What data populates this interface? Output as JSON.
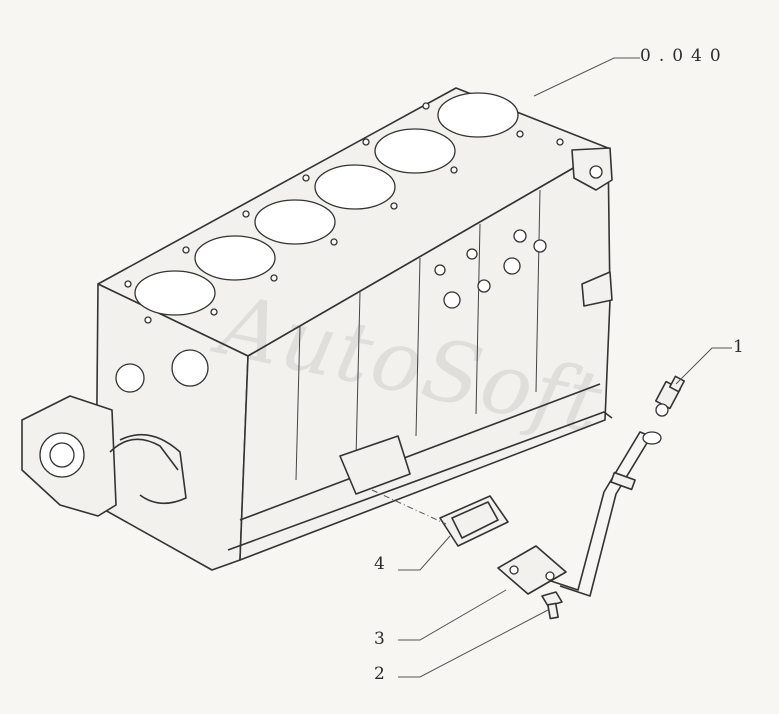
{
  "callouts": {
    "ref": "0.040",
    "item1": "1",
    "item2": "2",
    "item3": "3",
    "item4": "4"
  },
  "watermark": "AutoSoft",
  "parts": [
    {
      "id": 1,
      "icon": "oil-pressure-sensor-icon"
    },
    {
      "id": 2,
      "icon": "bolt-icon"
    },
    {
      "id": 3,
      "icon": "oil-suction-pipe-icon"
    },
    {
      "id": 4,
      "icon": "gasket-icon"
    }
  ],
  "colors": {
    "line": "#333333",
    "background": "#f7f6f3"
  }
}
